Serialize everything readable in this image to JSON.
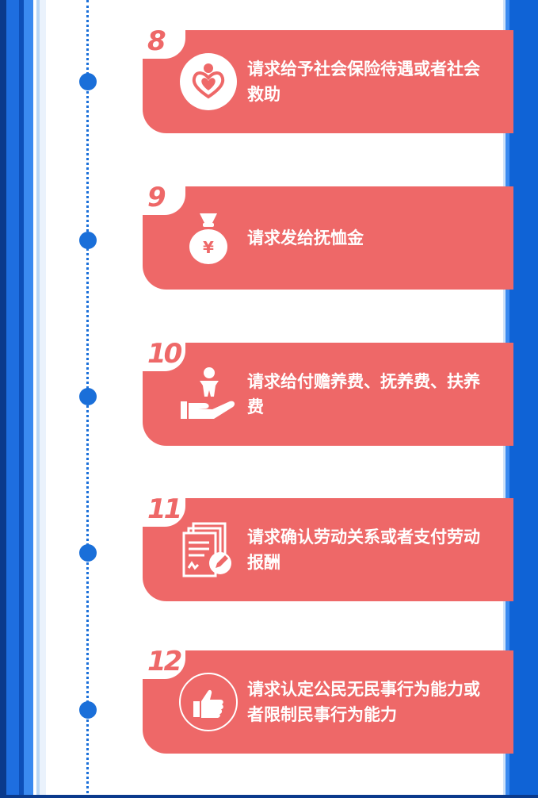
{
  "items": [
    {
      "number": "8",
      "text": "请求给予社会保险待遇或者社会救助",
      "icon": "heart-care-icon"
    },
    {
      "number": "9",
      "text": "请求发给抚恤金",
      "icon": "money-bag-icon"
    },
    {
      "number": "10",
      "text": "请求给付赡养费、抚养费、扶养费",
      "icon": "child-hand-icon"
    },
    {
      "number": "11",
      "text": "请求确认劳动关系或者支付劳动报酬",
      "icon": "document-signing-icon"
    },
    {
      "number": "12",
      "text": "请求认定公民无民事行为能力或者限制民事行为能力",
      "icon": "thumbs-up-icon"
    }
  ],
  "colors": {
    "card": "#ee6868",
    "accent_blue": "#1a6fd9",
    "text": "#ffffff"
  }
}
